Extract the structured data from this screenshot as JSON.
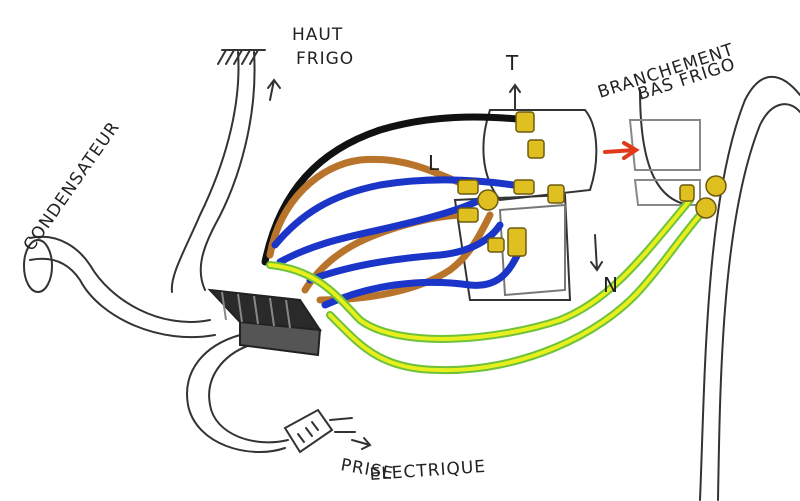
{
  "labels": {
    "haut_frigo_1": "HAUT",
    "haut_frigo_2": "FRIGO",
    "condensateur": "CONDENSATEUR",
    "branchement_1": "BRANCHEMENT",
    "branchement_2": "BAS FRIGO",
    "prise_1": "PRISE",
    "prise_2": "ELECTRIQUE",
    "terminal_t": "T",
    "terminal_l": "L",
    "terminal_n": "N"
  },
  "colors": {
    "black_wire": "#111111",
    "brown_wire": "#b8742a",
    "blue_wire": "#1a35c8",
    "earth_yellow": "#e8ef1c",
    "earth_green": "#6fc23a",
    "terminal_gold": "#e0c020",
    "arrow_red": "#e03a1a",
    "outline": "#333333"
  }
}
